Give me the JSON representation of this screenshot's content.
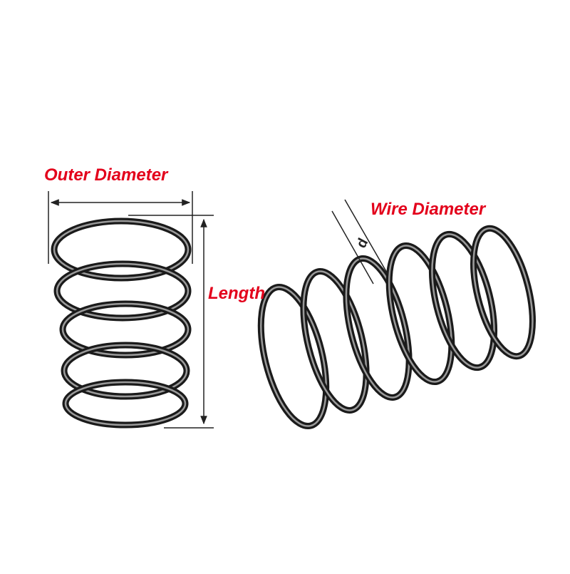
{
  "labels": {
    "outer_diameter": "Outer Diameter",
    "length": "Length",
    "wire_diameter": "Wire Diameter",
    "wire_symbol": "d"
  },
  "colors": {
    "label": "#e3001b",
    "dimension_line": "#222222",
    "spring_dark": "#1a1a1a",
    "spring_highlight": "#9a9a9a",
    "background": "#ffffff"
  }
}
